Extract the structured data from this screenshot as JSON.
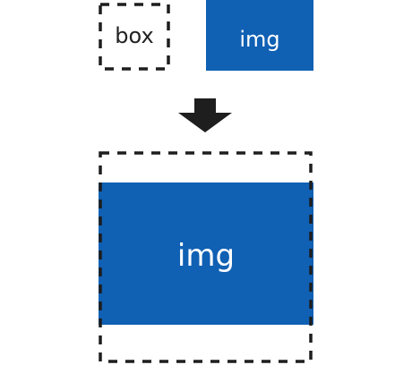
{
  "diagram": {
    "before": {
      "box_label": "box",
      "img_label": "img"
    },
    "after": {
      "img_label": "img"
    },
    "colors": {
      "img_fill": "#1060b4",
      "border": "#1e1e1e",
      "arrow": "#1e1e1e",
      "box_text": "#222222",
      "img_text": "#ffffff"
    },
    "icons": {
      "transition": "down-arrow-icon"
    }
  }
}
